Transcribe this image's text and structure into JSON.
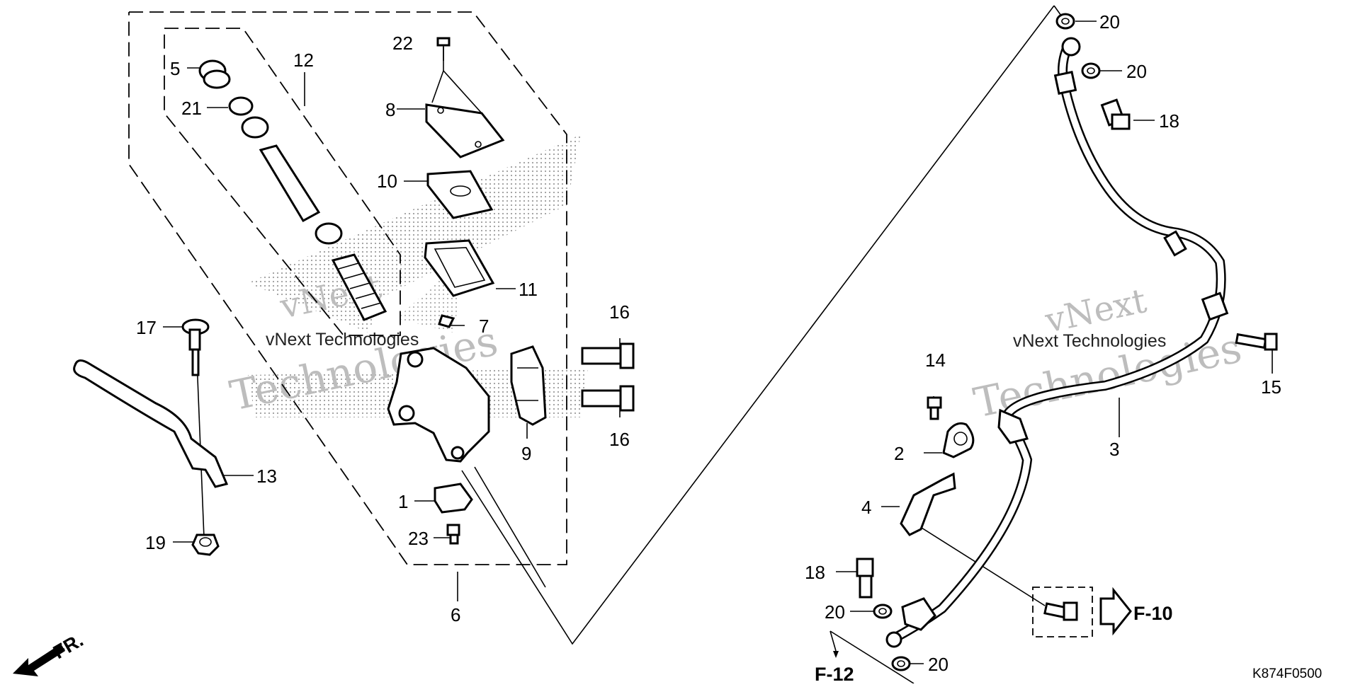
{
  "diagram": {
    "parts": [
      {
        "number": "1"
      },
      {
        "number": "2"
      },
      {
        "number": "3"
      },
      {
        "number": "4"
      },
      {
        "number": "5"
      },
      {
        "number": "6"
      },
      {
        "number": "7"
      },
      {
        "number": "8"
      },
      {
        "number": "9"
      },
      {
        "number": "10"
      },
      {
        "number": "11"
      },
      {
        "number": "12"
      },
      {
        "number": "13"
      },
      {
        "number": "14"
      },
      {
        "number": "15"
      },
      {
        "number": "16"
      },
      {
        "number": "16"
      },
      {
        "number": "17"
      },
      {
        "number": "18"
      },
      {
        "number": "18"
      },
      {
        "number": "19"
      },
      {
        "number": "20"
      },
      {
        "number": "20"
      },
      {
        "number": "20"
      },
      {
        "number": "20"
      },
      {
        "number": "21"
      },
      {
        "number": "22"
      },
      {
        "number": "23"
      }
    ],
    "references": {
      "f10": "F-10",
      "f12": "F-12",
      "front": "FR."
    },
    "diagram_code": "K874F0500",
    "watermark": {
      "line1": "vNext",
      "line2": "vNext Technologies",
      "line3": "Technologies"
    },
    "colors": {
      "line": "#000000",
      "background": "#ffffff",
      "watermark": "#bdbdbd",
      "stipple": "#8a8a8a"
    }
  }
}
